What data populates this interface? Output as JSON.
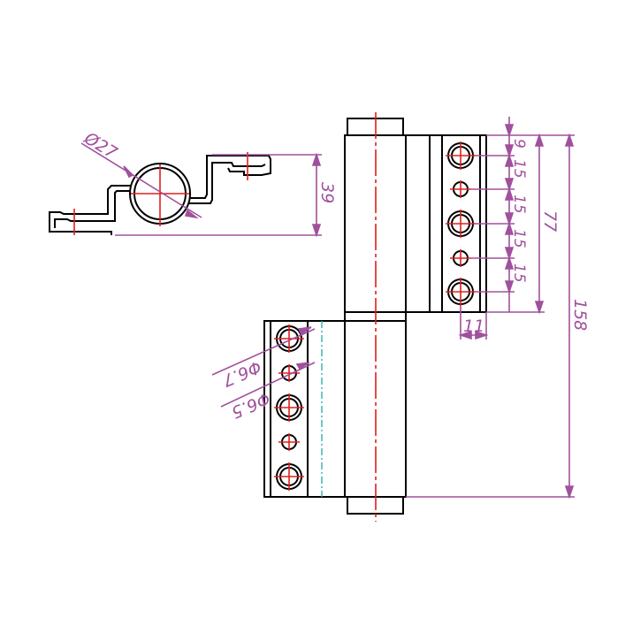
{
  "colors": {
    "outline": "#000000",
    "centerline": "#e0201c",
    "dimension": "#a0509c",
    "hidden": "#30b0b0"
  },
  "dimensions": {
    "diameter_top": "Ø27",
    "height_top": "39",
    "spacing_1": "9",
    "spacing_2": "15",
    "spacing_3": "15",
    "spacing_4": "15",
    "spacing_5": "15",
    "total_77": "77",
    "total_158": "158",
    "width_11": "11",
    "hole_large": "Φ6.7",
    "hole_small": "Φ6.5"
  }
}
